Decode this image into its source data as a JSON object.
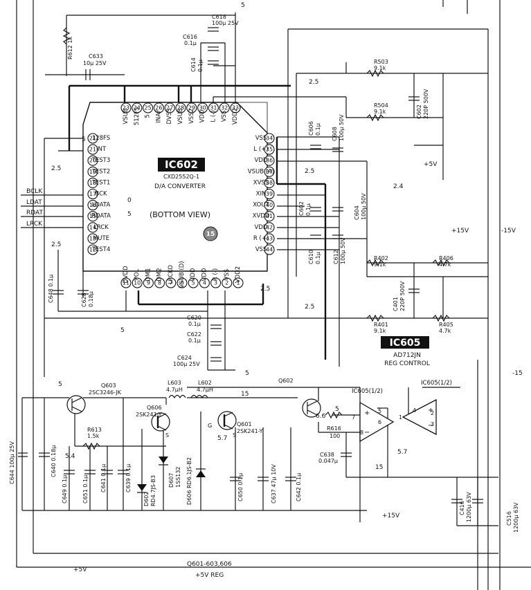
{
  "ic602": {
    "ref": "IC602",
    "part": "CXD2552Q-1",
    "function": "D/A CONVERTER",
    "view": "(BOTTOM VIEW)",
    "marker": "15",
    "pins_top": [
      {
        "num": "23",
        "name": "VSUB"
      },
      {
        "num": "24",
        "name": "512FS"
      },
      {
        "num": "25",
        "name": "5"
      },
      {
        "num": "26",
        "name": "INAF"
      },
      {
        "num": "27",
        "name": "DVSS"
      },
      {
        "num": "28",
        "name": "VSUB"
      },
      {
        "num": "29",
        "name": "VSS2"
      },
      {
        "num": "30",
        "name": "VDD"
      },
      {
        "num": "31",
        "name": "L (-)"
      },
      {
        "num": "32",
        "name": "VSS"
      },
      {
        "num": "33",
        "name": "VDD2"
      }
    ],
    "pins_left": [
      {
        "num": "21",
        "name": "128FS"
      },
      {
        "num": "21",
        "name": "INT"
      },
      {
        "num": "20",
        "name": "TEST3"
      },
      {
        "num": "19",
        "name": "TEST2"
      },
      {
        "num": "18",
        "name": "TEST1"
      },
      {
        "num": "17",
        "name": "BCK"
      },
      {
        "num": "16",
        "name": "LDATA"
      },
      {
        "num": "15",
        "name": "RDATA"
      },
      {
        "num": "14",
        "name": "LRCK"
      },
      {
        "num": "13",
        "name": "MUTE"
      },
      {
        "num": "12",
        "name": "TEST4"
      }
    ],
    "pins_right": [
      {
        "num": "34",
        "name": "VSS"
      },
      {
        "num": "35",
        "name": "L (+)"
      },
      {
        "num": "36",
        "name": "VDD"
      },
      {
        "num": "37",
        "name": "VSUB (A)"
      },
      {
        "num": "38",
        "name": "XVSS"
      },
      {
        "num": "39",
        "name": "XIN"
      },
      {
        "num": "40",
        "name": "XOUT"
      },
      {
        "num": "41",
        "name": "XVDD"
      },
      {
        "num": "42",
        "name": "VDD"
      },
      {
        "num": "43",
        "name": "R (+)"
      },
      {
        "num": "44",
        "name": "VSS"
      }
    ],
    "pins_bottom": [
      {
        "num": "11",
        "name": "DVDD"
      },
      {
        "num": "10",
        "name": "POL"
      },
      {
        "num": "9",
        "name": "DM1"
      },
      {
        "num": "8",
        "name": "DM2"
      },
      {
        "num": "7",
        "name": "LRCKO"
      },
      {
        "num": "6",
        "name": "VSUB (D)"
      },
      {
        "num": "5",
        "name": "VDD"
      },
      {
        "num": "4",
        "name": "VDD"
      },
      {
        "num": "3",
        "name": "R (-)"
      },
      {
        "num": "2",
        "name": "VSS"
      },
      {
        "num": "1",
        "name": "VDD2"
      }
    ]
  },
  "signals": {
    "bclk": "BCLK",
    "ldat": "LDAT",
    "rdat": "RDAT",
    "lrck": "LRCK"
  },
  "ic605": {
    "ref": "IC605",
    "part": "AD712JN",
    "function": "REG CONTROL",
    "half_a": "IC605(1/2)",
    "half_b": "IC605(1/2)"
  },
  "pin_numbers": {
    "p1": "1",
    "p2": "2",
    "p3": "3",
    "p4": "4",
    "p5": "5",
    "p6": "6",
    "p7": "7",
    "p8": "8"
  },
  "resistors": [
    {
      "ref": "R612",
      "value": "1k"
    },
    {
      "ref": "R503",
      "value": "9.1k"
    },
    {
      "ref": "R504",
      "value": "9.1k"
    },
    {
      "ref": "R402",
      "value": "9.1k"
    },
    {
      "ref": "R406",
      "value": "4.7k"
    },
    {
      "ref": "R401",
      "value": "9.1k"
    },
    {
      "ref": "R405",
      "value": "4.7k"
    },
    {
      "ref": "R613",
      "value": "1.5k"
    },
    {
      "ref": "R616",
      "value": "100"
    }
  ],
  "capacitors": {
    "c618": {
      "ref": "C618",
      "value": "100µ 25V"
    },
    "c616": {
      "ref": "C616",
      "value": "0.1µ"
    },
    "c614": {
      "ref": "C614",
      "value": "0.1µ"
    },
    "c633": {
      "ref": "C633",
      "value": "10µ 25V"
    },
    "c602b": {
      "ref": "C602",
      "value": "220P 500V"
    },
    "c606": {
      "ref": "C606",
      "value": "0.1µ"
    },
    "c608": {
      "ref": "C608",
      "value": "100µ 50V"
    },
    "c602": {
      "ref": "C602",
      "value": "0.1µ"
    },
    "c604": {
      "ref": "C604",
      "value": "100µ 50V"
    },
    "c610": {
      "ref": "C610",
      "value": "0.1µ"
    },
    "c612": {
      "ref": "C612",
      "value": "100µ 50V"
    },
    "c401": {
      "ref": "C401",
      "value": "220P 500V"
    },
    "c648": {
      "ref": "C648",
      "value": "0.1µ"
    },
    "c628": {
      "ref": "C628",
      "value": "0.18µ"
    },
    "c620": {
      "ref": "C620",
      "value": "0.1µ"
    },
    "c622": {
      "ref": "C622",
      "value": "0.1µ"
    },
    "c624": {
      "ref": "C624",
      "value": "100µ 25V"
    },
    "c644": {
      "ref": "C644",
      "value": "100µ 25V"
    },
    "c640": {
      "ref": "C640",
      "value": "0.18µ"
    },
    "c649": {
      "ref": "C649",
      "value": "0.1µ"
    },
    "c651": {
      "ref": "C651",
      "value": "0.1µ"
    },
    "c641": {
      "ref": "C641",
      "value": "0.1µ"
    },
    "c639": {
      "ref": "C639",
      "value": "0.1µ"
    },
    "c650": {
      "ref": "C650",
      "value": "0.1µ"
    },
    "c637": {
      "ref": "C637",
      "value": "47µ 10V"
    },
    "c642": {
      "ref": "C642",
      "value": "0.1µ"
    },
    "c638": {
      "ref": "C638",
      "value": "0.047µ"
    },
    "c416": {
      "ref": "C416",
      "value": "1200µ 63V"
    },
    "c516": {
      "ref": "C516",
      "value": "1200µ 63V"
    }
  },
  "transistors": {
    "q603": {
      "ref": "Q603",
      "part": "2SC3246-JK"
    },
    "q606": {
      "ref": "Q606",
      "part": "2SK241-Y"
    },
    "q601": {
      "ref": "Q601",
      "part": "2SK241-Y"
    },
    "q602": {
      "ref": "Q602"
    }
  },
  "inductors": {
    "l603": {
      "ref": "L603",
      "value": "4.7µH"
    },
    "l602": {
      "ref": "L602",
      "value": "4.7µH"
    }
  },
  "diodes": {
    "d602": {
      "ref": "D602",
      "part": "RD4.7JS-B3"
    },
    "d607": {
      "ref": "D607",
      "part": "1SS132"
    },
    "d606": {
      "ref": "D606",
      "part": "RD6.1JS-B2"
    }
  },
  "voltages": {
    "v5_top": "5",
    "v2_5a": "2.5",
    "v2_5b": "2.5",
    "v2_4": "2.4",
    "v5_left": "5",
    "v2_5_left": "2.5",
    "v0": "0",
    "v5_bck": "5",
    "v2_5_mute": "2.5",
    "v2_5_bot": "2.5",
    "v2_5_bot2": "2.5",
    "v5_dvdd": "5",
    "v5_c624": "5",
    "v5_q603": "5",
    "v15_l602": "15",
    "v5_ic605": "5",
    "v6_6": "6.6",
    "v5_7a": "5.7",
    "v5_4": "5.4",
    "v5_7b": "5.7",
    "v15_c638": "15",
    "v15_ic605b": "-15",
    "plus5v_a": "+5V",
    "plus15v": "+15V",
    "minus15v": "-15V",
    "plus15v_b": "+15V",
    "plus5v_b": "+5V"
  },
  "regulator": {
    "ref": "Q601-603,606",
    "label": "+5V REG"
  },
  "sg_labels": {
    "s1": "S",
    "s2": "S",
    "g1": "G"
  }
}
